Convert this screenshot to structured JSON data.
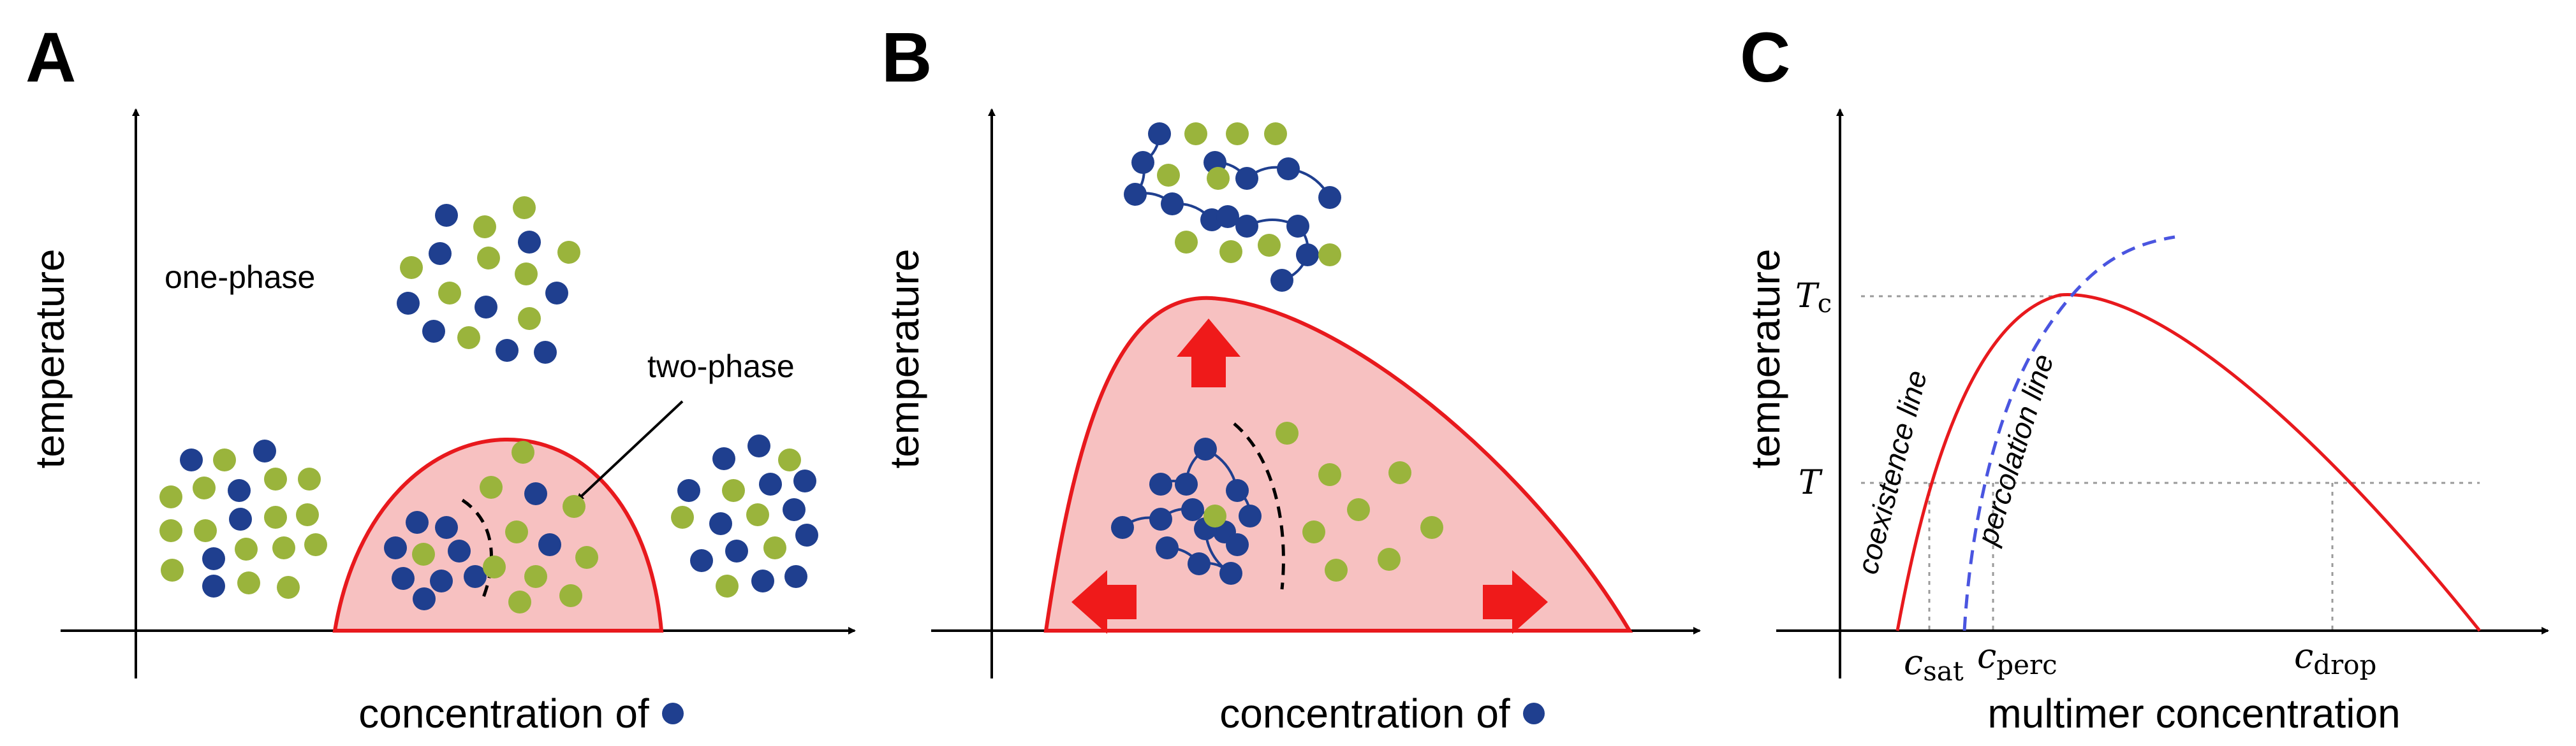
{
  "panels": {
    "a": {
      "letter": "A",
      "ylabel": "temperature",
      "xlabel": "concentration of",
      "label_one_phase": "one-phase",
      "label_two_phase": "two-phase"
    },
    "b": {
      "letter": "B",
      "ylabel": "temperature",
      "xlabel": "concentration of"
    },
    "c": {
      "letter": "C",
      "ylabel": "temperature",
      "xlabel": "multimer concentration",
      "tick_tc": "T",
      "tick_tc_sub": "c",
      "tick_t": "T",
      "label_c_sat": "c",
      "label_c_sat_sub": "sat",
      "label_c_perc": "c",
      "label_c_perc_sub": "perc",
      "label_c_drop": "c",
      "label_c_drop_sub": "drop",
      "coexistence_label": "coexistence line",
      "percolation_label": "percolation line"
    }
  },
  "colors": {
    "blue_particle": "#1f3f8f",
    "green_particle": "#9ab43c",
    "phase_fill": "#f7c1c1",
    "phase_line": "#e8191d",
    "arrow_red": "#ef1a1a",
    "percolation_dash": "#4a55e0",
    "guide_dotted": "#9a9a9a"
  },
  "icons": {
    "legend_dot": "blue-particle-dot",
    "expand_arrows": "red-block-arrow"
  }
}
